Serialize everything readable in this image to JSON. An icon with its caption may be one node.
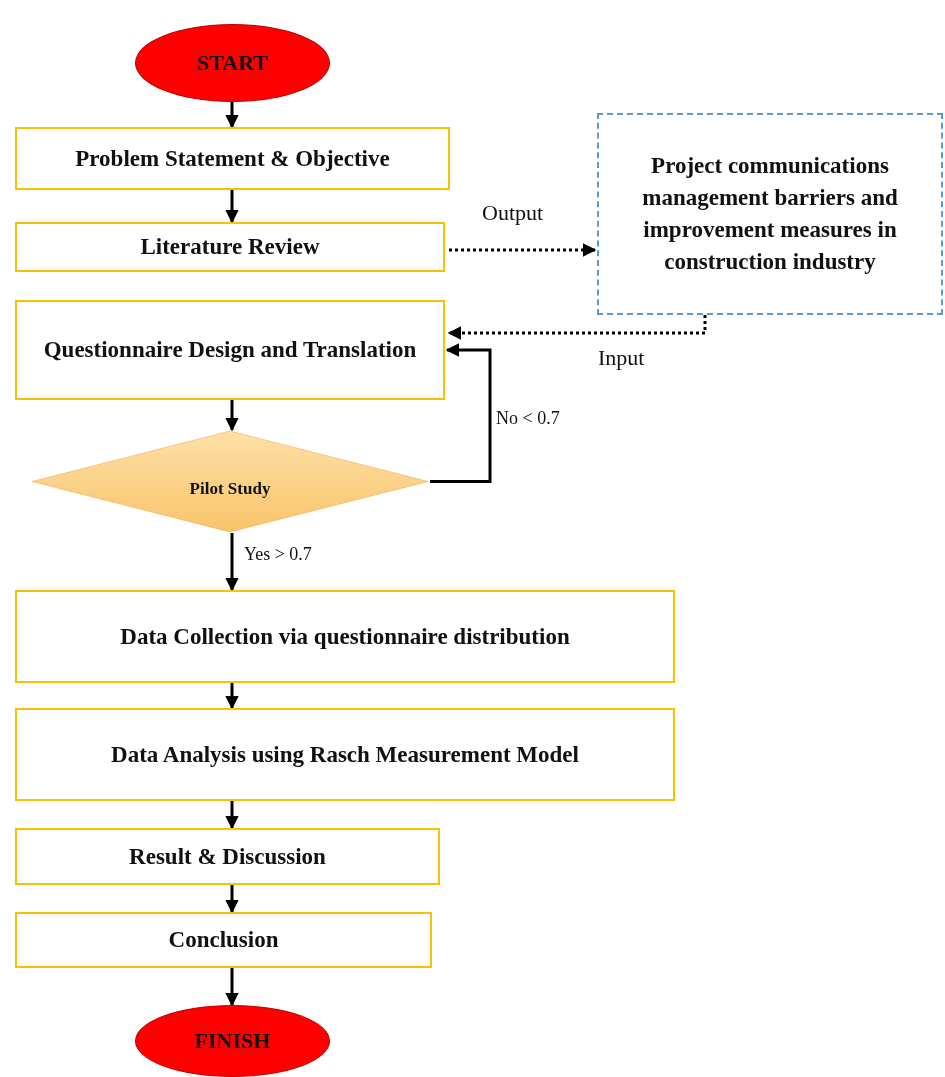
{
  "diagram": {
    "nodes": [
      {
        "text": [
          "START"
        ]
      },
      {
        "text": [
          "Problem Statement & Objective"
        ]
      },
      {
        "text": [
          "Literature Review"
        ]
      },
      {
        "text": [
          "Project communications management barriers and improvement measures in construction industry"
        ]
      },
      {
        "text": [
          "Questionnaire Design and Translation"
        ]
      },
      {
        "text": [
          "Pilot Study"
        ]
      },
      {
        "text": [
          "Data Collection via questionnaire distribution"
        ]
      },
      {
        "text": [
          "Data Analysis using Rasch Measurement Model"
        ]
      },
      {
        "text": [
          "Result & Discussion"
        ]
      },
      {
        "text": [
          "Conclusion"
        ]
      },
      {
        "text": [
          "FINISH"
        ]
      }
    ],
    "edges": [
      {
        "from": 0,
        "to": 1,
        "arrow": "to"
      },
      {
        "from": 1,
        "to": 2,
        "arrow": "to"
      },
      {
        "from": 2,
        "to": 3,
        "arrow": "to",
        "label": "Output",
        "style": "dashed"
      },
      {
        "from": 3,
        "to": 4,
        "arrow": "to",
        "label": "Input",
        "style": "dashed"
      },
      {
        "from": 4,
        "to": 5,
        "arrow": "to"
      },
      {
        "from": 5,
        "to": 4,
        "arrow": "to",
        "label": "No < 0.7"
      },
      {
        "from": 5,
        "to": 6,
        "arrow": "to",
        "label": "Yes > 0.7"
      },
      {
        "from": 6,
        "to": 7,
        "arrow": "to"
      },
      {
        "from": 7,
        "to": 8,
        "arrow": "to"
      },
      {
        "from": 8,
        "to": 9,
        "arrow": "to"
      },
      {
        "from": 9,
        "to": 10,
        "arrow": "to"
      }
    ]
  }
}
